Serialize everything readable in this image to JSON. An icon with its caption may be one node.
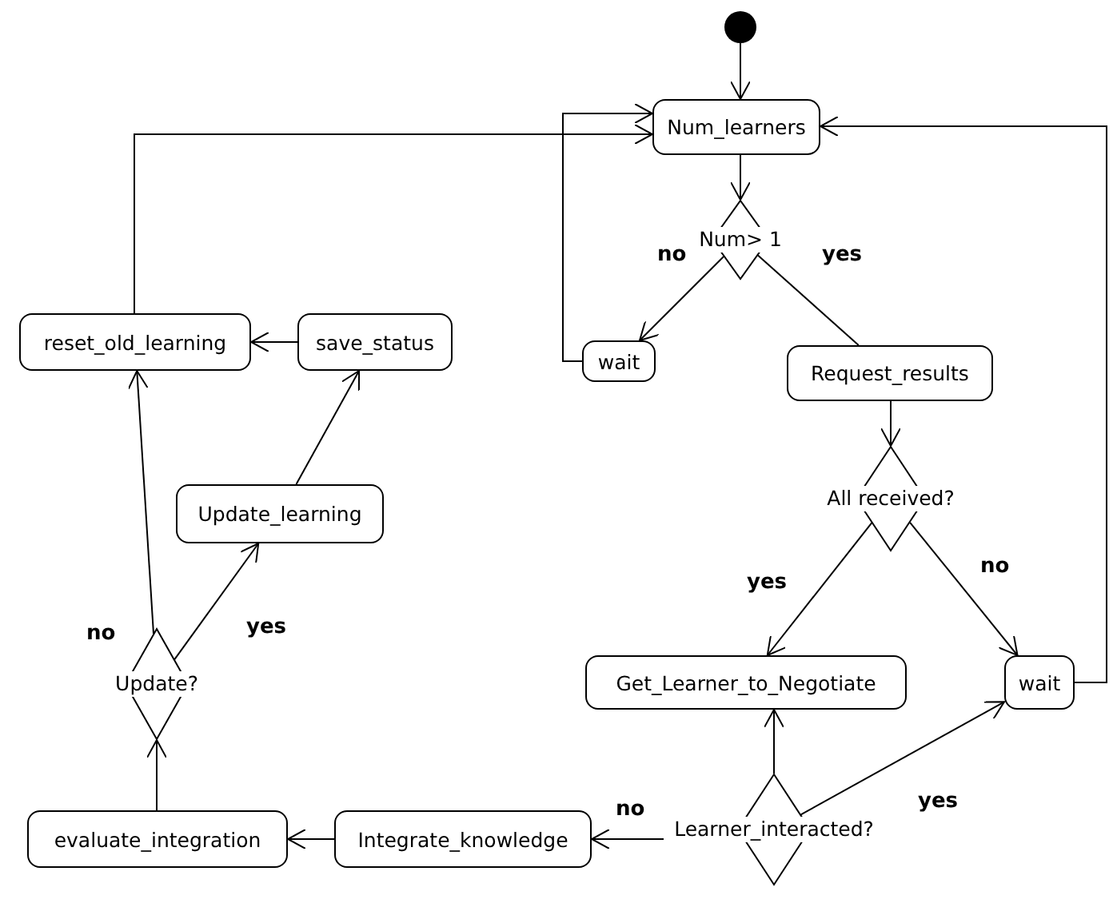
{
  "diagram": {
    "nodes": [
      {
        "text": [],
        "shape": "circle"
      },
      {
        "text": [
          "Num_learners"
        ]
      },
      {
        "text": [
          "Num> 1"
        ]
      },
      {
        "text": [
          "wait"
        ]
      },
      {
        "text": [
          "Request_results"
        ]
      },
      {
        "text": [
          "All received?"
        ]
      },
      {
        "text": [
          "Get_Learner_to_Negotiate"
        ]
      },
      {
        "text": [
          "wait"
        ]
      },
      {
        "text": [
          "Learner_interacted?"
        ]
      },
      {
        "text": [
          "Integrate_knowledge"
        ]
      },
      {
        "text": [
          "evaluate_integration"
        ]
      },
      {
        "text": [
          "Update?"
        ]
      },
      {
        "text": [
          "Update_learning"
        ]
      },
      {
        "text": [
          "save_status"
        ]
      },
      {
        "text": [
          "reset_old_learning"
        ]
      }
    ],
    "edges": [
      {
        "from": 0,
        "to": 1,
        "arrow": "to"
      },
      {
        "from": 1,
        "to": 2,
        "arrow": "to"
      },
      {
        "from": 2,
        "to": 3,
        "arrow": "to",
        "label": "no"
      },
      {
        "from": 2,
        "to": 4,
        "arrow": "none",
        "label": "yes"
      },
      {
        "from": 3,
        "to": 1,
        "arrow": "to"
      },
      {
        "from": 4,
        "to": 5,
        "arrow": "to"
      },
      {
        "from": 5,
        "to": 6,
        "arrow": "to",
        "label": "yes"
      },
      {
        "from": 5,
        "to": 7,
        "arrow": "to",
        "label": "no"
      },
      {
        "from": 7,
        "to": 1,
        "arrow": "to"
      },
      {
        "from": 8,
        "to": 6,
        "arrow": "to"
      },
      {
        "from": 8,
        "to": 7,
        "arrow": "to",
        "label": "yes"
      },
      {
        "from": 8,
        "to": 9,
        "arrow": "to",
        "label": "no"
      },
      {
        "from": 9,
        "to": 10,
        "arrow": "to"
      },
      {
        "from": 10,
        "to": 11,
        "arrow": "to"
      },
      {
        "from": 11,
        "to": 14,
        "arrow": "to",
        "label": "no"
      },
      {
        "from": 11,
        "to": 12,
        "arrow": "to",
        "label": "yes"
      },
      {
        "from": 12,
        "to": 13,
        "arrow": "to"
      },
      {
        "from": 13,
        "to": 14,
        "arrow": "to"
      },
      {
        "from": 14,
        "to": 1,
        "arrow": "to"
      }
    ]
  }
}
